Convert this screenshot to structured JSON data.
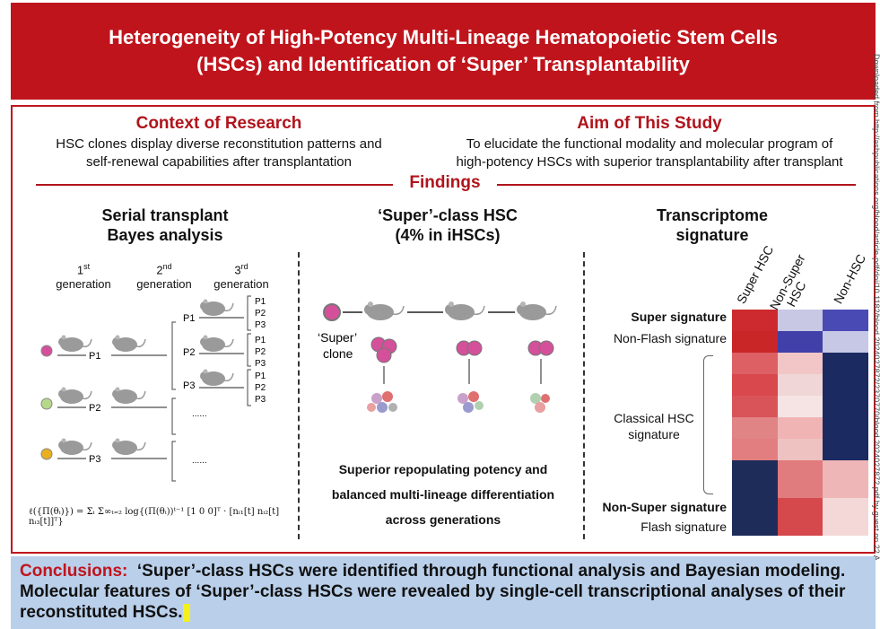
{
  "header": {
    "title_line1": "Heterogeneity of High-Potency Multi-Lineage Hematopoietic Stem Cells",
    "title_line2": "(HSCs) and Identification of ‘Super’ Transplantability"
  },
  "context": {
    "title": "Context of Research",
    "line1": "HSC clones display diverse reconstitution patterns and",
    "line2": "self-renewal capabilities after transplantation"
  },
  "aim": {
    "title": "Aim of This Study",
    "line1": "To elucidate the functional modality and molecular program of",
    "line2": "high-potency HSCs with superior transplantability after transplant"
  },
  "findings": {
    "title": "Findings"
  },
  "serial": {
    "title_line1": "Serial transplant",
    "title_line2": "Bayes analysis",
    "gen1_num": "1",
    "gen1_sup": "st",
    "gen1_word": "generation",
    "gen2_num": "2",
    "gen2_sup": "nd",
    "gen2_word": "generation",
    "gen3_num": "3",
    "gen3_sup": "rd",
    "gen3_word": "generation",
    "p1": "P1",
    "p2": "P2",
    "p3": "P3",
    "dots": "......",
    "formula": "ℓ({Π(θᵢ)}) = Σᵢ Σ∞ₜ₌₂ log{(Π(θᵢ))ᵗ⁻¹ [1 0 0]ᵀ · [nᵢ₁[t] nᵢ₂[t] nᵢ₃[t]]ᵀ}"
  },
  "super_class": {
    "title_line1": "‘Super’-class HSC",
    "title_line2": "(4% in iHSCs)",
    "clone_line1": "‘Super’",
    "clone_line2": "clone",
    "desc_line1": "Superior repopulating potency and",
    "desc_line2": "balanced multi-lineage differentiation",
    "desc_line3": "across generations"
  },
  "transcriptome": {
    "title_line1": "Transcriptome",
    "title_line2": "signature",
    "col1": "Super HSC",
    "col2a": "Non-Super",
    "col2b": "HSC",
    "col3": "Non-HSC",
    "row_super": "Super signature",
    "row_nonflash": "Non-Flash signature",
    "row_classical1": "Classical HSC",
    "row_classical2": "signature",
    "row_nonsuper": "Non-Super signature",
    "row_flash": "Flash signature"
  },
  "heatmap": {
    "rows": [
      [
        "#cc2a2e",
        "#c8c8e4",
        "#4a4ab4"
      ],
      [
        "#c92628",
        "#4040a8",
        "#c6c8e6"
      ],
      [
        "#dd6064",
        "#f2c6c6",
        "#1c2a62"
      ],
      [
        "#d8484c",
        "#f0d6d6",
        "#1c2a62"
      ],
      [
        "#d95458",
        "#f6e4e4",
        "#1c2a62"
      ],
      [
        "#e18486",
        "#f0b4b4",
        "#1c2a62"
      ],
      [
        "#e27e80",
        "#efc2c2",
        "#1c2a62"
      ],
      [
        "#1e2c5a",
        "#e07c7e",
        "#eeb6b6"
      ],
      [
        "#1e2c5a",
        "#d5484c",
        "#f4d8d8"
      ]
    ]
  },
  "conclusions": {
    "label": "Conclusions:",
    "text": "‘Super’-class HSCs were identified through functional analysis and Bayesian modeling. Molecular features of ‘Super’-class HSCs were revealed by single-cell transcriptional analyses of their reconstituted HSCs."
  },
  "side": {
    "text": "Downloaded from http://ashpublications.org/blood/article-pdf/doi/10.1182/blood.2024027872/2370770/blood.2024027872.pdf by guest on 22 A"
  },
  "colors": {
    "accent": "#c0141c",
    "conclusion_bg": "#b9cfea",
    "mouse": "#9a9a9a",
    "pink_cell": "#d4509a"
  }
}
